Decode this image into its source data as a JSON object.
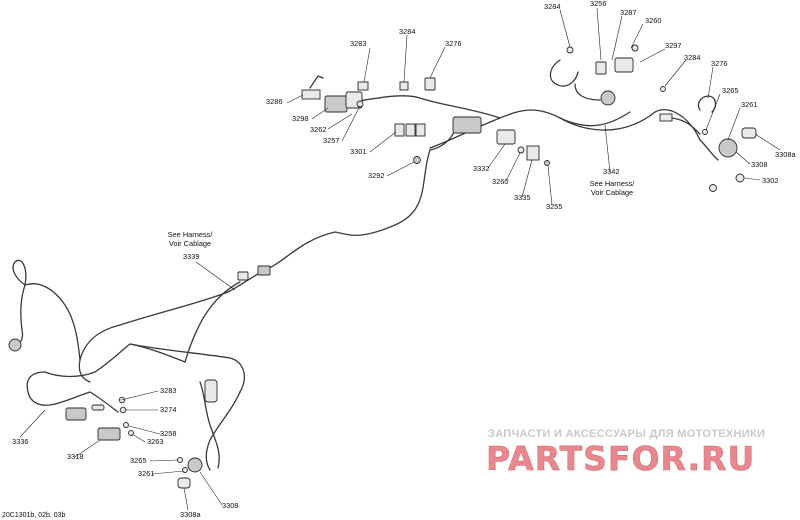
{
  "callouts": [
    "3284",
    "3256",
    "3287",
    "3260",
    "3283",
    "3284",
    "3276",
    "3297",
    "3284",
    "3276",
    "3265",
    "3261",
    "3308a",
    "3308",
    "3302",
    "3286",
    "3298",
    "3262",
    "3257",
    "3301",
    "3292",
    "3332",
    "3260",
    "3335",
    "3255",
    "3342",
    "3339",
    "3283",
    "3274",
    "3258",
    "3263",
    "3336",
    "3318",
    "3265",
    "3261",
    "3308",
    "3308a"
  ],
  "notes": {
    "harness_right": [
      "See Harness/",
      "Voir Cablage"
    ],
    "harness_left": [
      "See Harness/",
      "Voir Cablage"
    ]
  },
  "watermark": {
    "tagline": "ЗАПЧАСТИ И АКСЕССУАРЫ ДЛЯ МОТОТЕХНИКИ",
    "brand": "PARTSFOR.RU",
    "brand_color": "#e8888e"
  },
  "figure_ref": "20C1301b, 02b, 03b"
}
